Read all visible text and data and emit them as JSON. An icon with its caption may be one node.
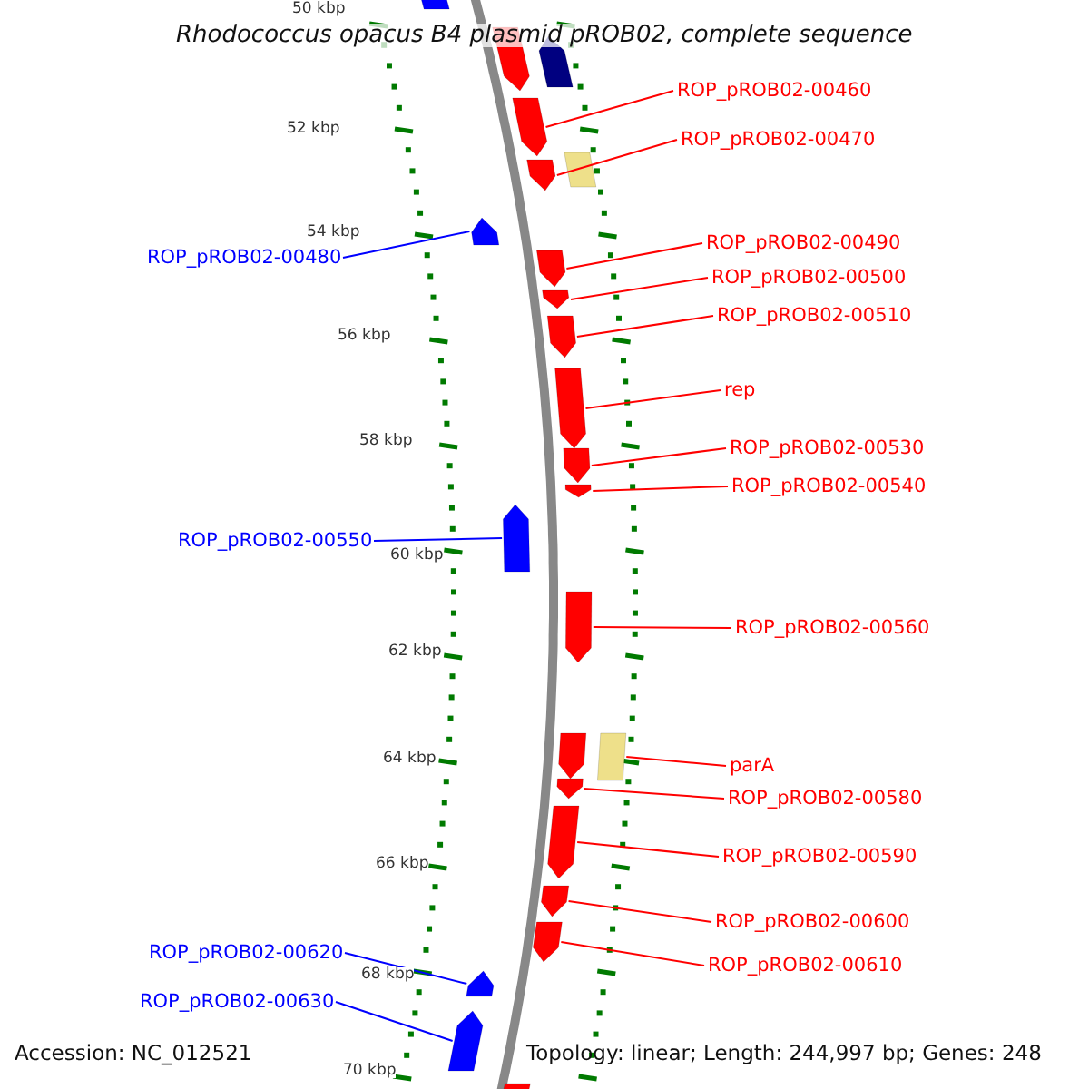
{
  "diagram": {
    "title": "Rhodococcus opacus B4 plasmid pROB02, complete sequence",
    "nodes": [
      {
        "text": [
          "ROP_pROB02-00460"
        ]
      },
      {
        "text": [
          "ROP_pROB02-00470"
        ]
      },
      {
        "text": [
          "ROP_pROB02-00480"
        ]
      },
      {
        "text": [
          "ROP_pROB02-00490"
        ]
      },
      {
        "text": [
          "ROP_pROB02-00500"
        ]
      },
      {
        "text": [
          "ROP_pROB02-00510"
        ]
      },
      {
        "text": [
          "rep"
        ]
      },
      {
        "text": [
          "ROP_pROB02-00530"
        ]
      },
      {
        "text": [
          "ROP_pROB02-00540"
        ]
      },
      {
        "text": [
          "ROP_pROB02-00550"
        ]
      },
      {
        "text": [
          "ROP_pROB02-00560"
        ]
      },
      {
        "text": [
          "parA"
        ]
      },
      {
        "text": [
          "ROP_pROB02-00580"
        ]
      },
      {
        "text": [
          "ROP_pROB02-00590"
        ]
      },
      {
        "text": [
          "ROP_pROB02-00600"
        ]
      },
      {
        "text": [
          "ROP_pROB02-00610"
        ]
      },
      {
        "text": [
          "ROP_pROB02-00620"
        ]
      },
      {
        "text": [
          "ROP_pROB02-00630"
        ]
      },
      {
        "text": [],
        "shape": "arrow"
      },
      {
        "text": [],
        "shape": "arrow"
      },
      {
        "text": [],
        "shape": "arrow"
      },
      {
        "text": [],
        "shape": "arrow"
      },
      {
        "text": [],
        "shape": "arrow"
      },
      {
        "text": [],
        "shape": "box"
      },
      {
        "text": [],
        "shape": "arrow"
      },
      {
        "text": [],
        "shape": "arrow"
      },
      {
        "text": [],
        "shape": "arrow"
      },
      {
        "text": [],
        "shape": "arrow"
      },
      {
        "text": [],
        "shape": "arrow"
      },
      {
        "text": [],
        "shape": "arrow"
      },
      {
        "text": [],
        "shape": "arrow"
      },
      {
        "text": [],
        "shape": "arrow"
      },
      {
        "text": [],
        "shape": "arrow"
      },
      {
        "text": [],
        "shape": "arrow"
      },
      {
        "text": [],
        "shape": "box"
      },
      {
        "text": [],
        "shape": "arrow"
      },
      {
        "text": [],
        "shape": "arrow"
      },
      {
        "text": [],
        "shape": "arrow"
      },
      {
        "text": [],
        "shape": "arrow"
      },
      {
        "text": [],
        "shape": "arrow"
      },
      {
        "text": [],
        "shape": "arrow"
      },
      {
        "text": [],
        "shape": "arrow"
      }
    ],
    "edges": [
      {
        "from": 0,
        "to": 21,
        "arrow": "none"
      },
      {
        "from": 1,
        "to": 22,
        "arrow": "none"
      },
      {
        "from": 2,
        "to": 24,
        "arrow": "none",
        "color": "#0000ff"
      },
      {
        "from": 3,
        "to": 25,
        "arrow": "none"
      },
      {
        "from": 4,
        "to": 26,
        "arrow": "none"
      },
      {
        "from": 5,
        "to": 27,
        "arrow": "none"
      },
      {
        "from": 6,
        "to": 28,
        "arrow": "none"
      },
      {
        "from": 7,
        "to": 29,
        "arrow": "none"
      },
      {
        "from": 8,
        "to": 30,
        "arrow": "none"
      },
      {
        "from": 9,
        "to": 31,
        "arrow": "none",
        "color": "#0000ff"
      },
      {
        "from": 10,
        "to": 32,
        "arrow": "none"
      },
      {
        "from": 11,
        "to": 34,
        "arrow": "none"
      },
      {
        "from": 12,
        "to": 35,
        "arrow": "none"
      },
      {
        "from": 13,
        "to": 36,
        "arrow": "none"
      },
      {
        "from": 14,
        "to": 37,
        "arrow": "none"
      },
      {
        "from": 15,
        "to": 38,
        "arrow": "none"
      },
      {
        "from": 16,
        "to": 39,
        "arrow": "none",
        "color": "#0000ff"
      },
      {
        "from": 17,
        "to": 40,
        "arrow": "none",
        "color": "#0000ff"
      }
    ],
    "labels": [
      "50 kbp",
      "52 kbp",
      "54 kbp",
      "56 kbp",
      "58 kbp",
      "60 kbp",
      "62 kbp",
      "64 kbp",
      "66 kbp",
      "68 kbp",
      "70 kbp",
      "Accession: NC_012521",
      "Topology: linear; Length: 244,997 bp; Genes: 248"
    ]
  }
}
